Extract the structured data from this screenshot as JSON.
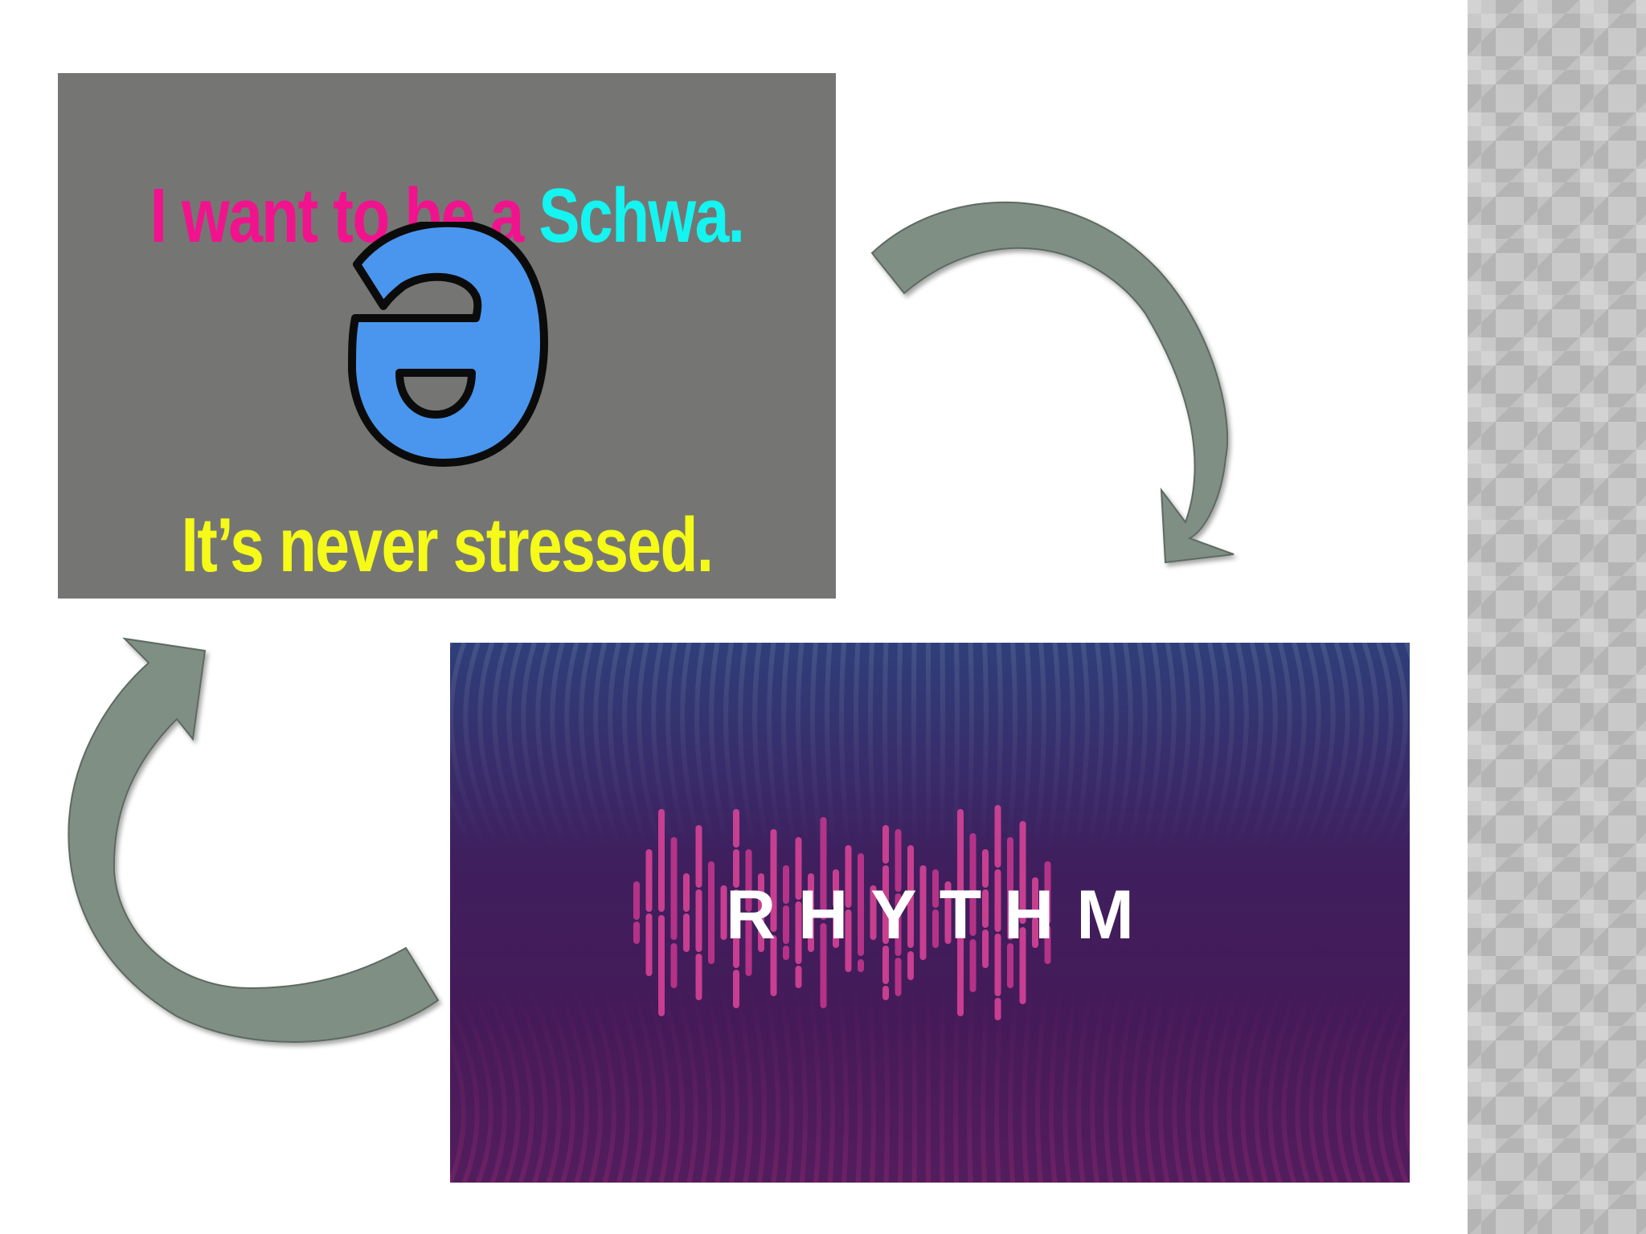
{
  "schwa_card": {
    "title_part1": "I want to be a ",
    "title_part2": "Schwa.",
    "symbol_name": "schwa-symbol",
    "subtitle": "It’s never stressed.",
    "colors": {
      "background": "#757673",
      "pink": "#f0138d",
      "cyan": "#14f4f1",
      "yellow": "#f5fa18",
      "symbol_fill": "#4a96ee"
    }
  },
  "rhythm_card": {
    "word": "RHYTHM",
    "colors": {
      "top": "#2e3f7a",
      "bottom": "#531d5c",
      "bars": "#e0459a"
    }
  },
  "arrows": {
    "color": "#7f8f84",
    "names": [
      "curved-arrow-right-down",
      "curved-arrow-left-up"
    ]
  }
}
